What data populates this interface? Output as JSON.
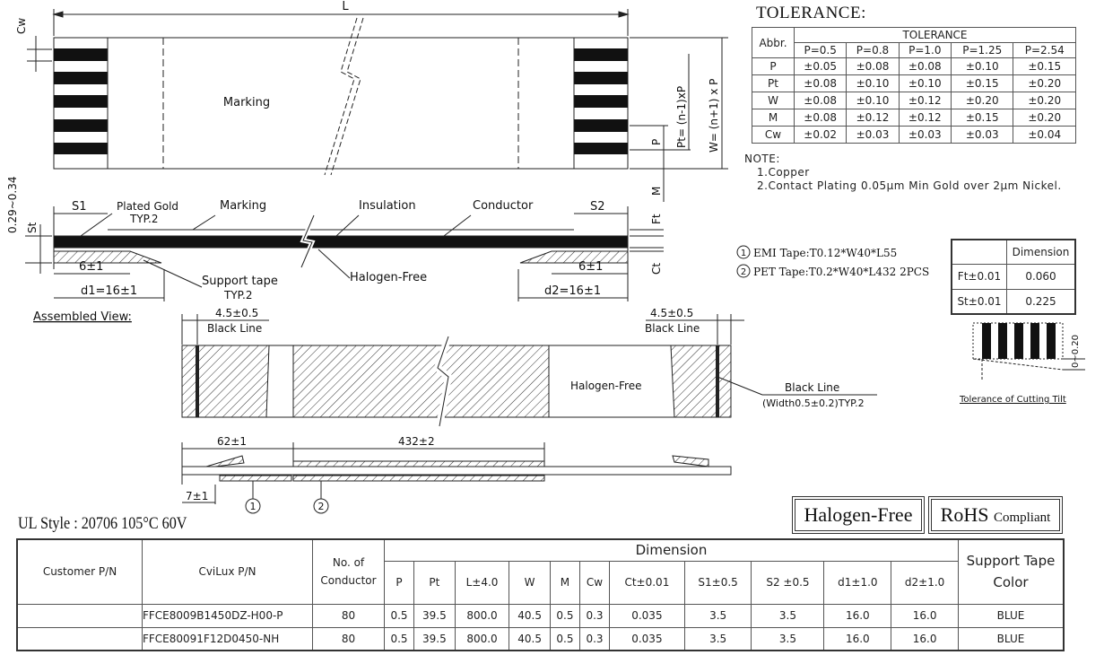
{
  "top_view": {
    "dim_L": "L",
    "cw": "Cw",
    "marking": "Marking",
    "p": "P",
    "pt": "Pt= (n-1)xP",
    "w": "W= (n+1) x P",
    "m": "M"
  },
  "side_view": {
    "thickness": "0.29~0.34",
    "st": "St",
    "s1": "S1",
    "plated_gold": "Plated Gold",
    "typ2": "TYP.2",
    "marking": "Marking",
    "insulation": "Insulation",
    "conductor": "Conductor",
    "s2": "S2",
    "ft": "Ft",
    "ct": "Ct",
    "left_tape_len": "6±1",
    "d1": "d1=16±1",
    "support_tape": "Support tape",
    "support_typ": "TYP.2",
    "halogen_free": "Halogen-Free",
    "right_tape_len": "6±1",
    "d2": "d2=16±1"
  },
  "assembled": {
    "title": "Assembled View:",
    "left_dim": "4.5±0.5",
    "left_label": "Black Line",
    "right_dim": "4.5±0.5",
    "right_label": "Black Line",
    "halogen_free": "Halogen-Free",
    "black_line": "Black Line",
    "black_line_note": "(Width0.5±0.2)TYP.2",
    "dim_62": "62±1",
    "dim_432": "432±2",
    "dim_7": "7±1",
    "callout_1": "1",
    "callout_2": "2"
  },
  "tapes": [
    {
      "num": "1",
      "text": "EMI Tape:T0.12*W40*L55"
    },
    {
      "num": "2",
      "text": "PET Tape:T0.2*W40*L432 2PCS"
    }
  ],
  "tolerance": {
    "title": "TOLERANCE:",
    "abbr_header": "Abbr.",
    "group_header": "TOLERANCE",
    "columns": [
      "P=0.5",
      "P=0.8",
      "P=1.0",
      "P=1.25",
      "P=2.54"
    ],
    "rows": [
      {
        "abbr": "P",
        "values": [
          "±0.05",
          "±0.08",
          "±0.08",
          "±0.10",
          "±0.15"
        ]
      },
      {
        "abbr": "Pt",
        "values": [
          "±0.08",
          "±0.10",
          "±0.10",
          "±0.15",
          "±0.20"
        ]
      },
      {
        "abbr": "W",
        "values": [
          "±0.08",
          "±0.10",
          "±0.12",
          "±0.20",
          "±0.20"
        ]
      },
      {
        "abbr": "M",
        "values": [
          "±0.08",
          "±0.12",
          "±0.12",
          "±0.15",
          "±0.20"
        ]
      },
      {
        "abbr": "Cw",
        "values": [
          "±0.02",
          "±0.03",
          "±0.03",
          "±0.03",
          "±0.04"
        ]
      }
    ]
  },
  "notes": {
    "title": "NOTE:",
    "items": [
      "1.Copper",
      "2.Contact Plating 0.05μm Min Gold over 2μm Nickel."
    ]
  },
  "dimension_table": {
    "header": "Dimension",
    "rows": [
      {
        "label": "Ft±0.01",
        "value": "0.060"
      },
      {
        "label": "St±0.01",
        "value": "0.225"
      }
    ]
  },
  "cutting_tilt": {
    "value": "0~0.20",
    "label": "Tolerance of Cutting Tilt"
  },
  "ul_style": "UL Style : 20706 105°C 60V",
  "badges": {
    "halogen_free": "Halogen-Free",
    "rohs": "RoHS",
    "compliant": "Compliant"
  },
  "parts_table": {
    "customer_pn": "Customer P/N",
    "cvilux_pn": "CviLux P/N",
    "conductors": "No. of Conductor",
    "dimension": "Dimension",
    "support_color": "Support Tape Color",
    "dim_columns": [
      "P",
      "Pt",
      "L±4.0",
      "W",
      "M",
      "Cw",
      "Ct±0.01",
      "S1±0.5",
      "S2 ±0.5",
      "d1±1.0",
      "d2±1.0"
    ],
    "rows": [
      {
        "customer": "",
        "cvilux": "FFCE8009B1450DZ-H00-P",
        "conductors": "80",
        "dims": [
          "0.5",
          "39.5",
          "800.0",
          "40.5",
          "0.5",
          "0.3",
          "0.035",
          "3.5",
          "3.5",
          "16.0",
          "16.0"
        ],
        "color": "BLUE"
      },
      {
        "customer": "",
        "cvilux": "FFCE80091F12D0450-NH",
        "conductors": "80",
        "dims": [
          "0.5",
          "39.5",
          "800.0",
          "40.5",
          "0.5",
          "0.3",
          "0.035",
          "3.5",
          "3.5",
          "16.0",
          "16.0"
        ],
        "color": "BLUE"
      }
    ]
  }
}
